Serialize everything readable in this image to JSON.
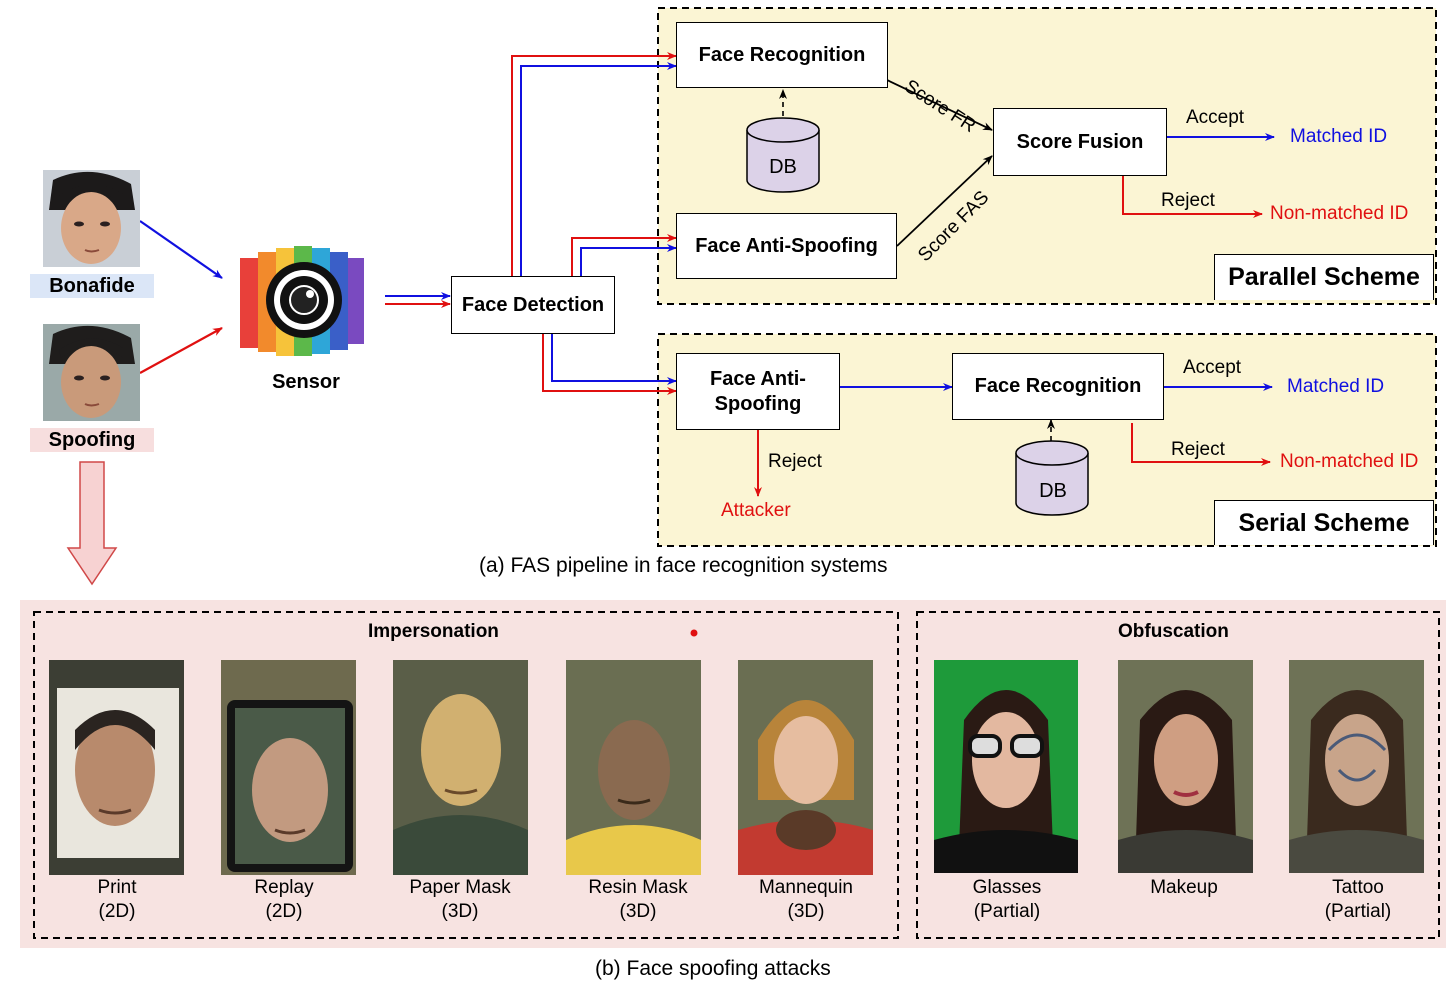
{
  "inputs": {
    "bonafide_label": "Bonafide",
    "spoofing_label": "Spoofing",
    "sensor_label": "Sensor"
  },
  "pipeline": {
    "face_detection": "Face Detection",
    "parallel": {
      "face_recognition": "Face Recognition",
      "face_anti_spoofing": "Face Anti-Spoofing",
      "db": "DB",
      "score_fr": "Score FR",
      "score_fas": "Score FAS",
      "score_fusion": "Score Fusion",
      "accept": "Accept",
      "reject": "Reject",
      "matched": "Matched ID",
      "non_matched": "Non-matched ID",
      "scheme_label": "Parallel Scheme"
    },
    "serial": {
      "face_anti_spoofing_line1": "Face Anti-",
      "face_anti_spoofing_line2": "Spoofing",
      "face_recognition": "Face Recognition",
      "db": "DB",
      "reject_fas": "Reject",
      "attacker": "Attacker",
      "accept": "Accept",
      "reject": "Reject",
      "matched": "Matched ID",
      "non_matched": "Non-matched ID",
      "scheme_label": "Serial Scheme"
    },
    "caption": "(a) FAS pipeline in face recognition systems"
  },
  "attacks": {
    "impersonation_title": "Impersonation",
    "obfuscation_title": "Obfuscation",
    "impersonation": [
      {
        "name": "Print",
        "kind": "(2D)"
      },
      {
        "name": "Replay",
        "kind": "(2D)"
      },
      {
        "name": "Paper Mask",
        "kind": "(3D)"
      },
      {
        "name": "Resin Mask",
        "kind": "(3D)"
      },
      {
        "name": "Mannequin",
        "kind": "(3D)"
      }
    ],
    "obfuscation": [
      {
        "name": "Glasses",
        "kind": "(Partial)"
      },
      {
        "name": "Makeup",
        "kind": ""
      },
      {
        "name": "Tattoo",
        "kind": "(Partial)"
      }
    ],
    "caption": "(b) Face spoofing attacks"
  },
  "colors": {
    "bonafide_path": "#1010e0",
    "spoof_path": "#e01010",
    "scheme_background": "#fbf5d4",
    "attacks_background": "#f7e3e1",
    "db_fill": "#dcd2e8"
  }
}
